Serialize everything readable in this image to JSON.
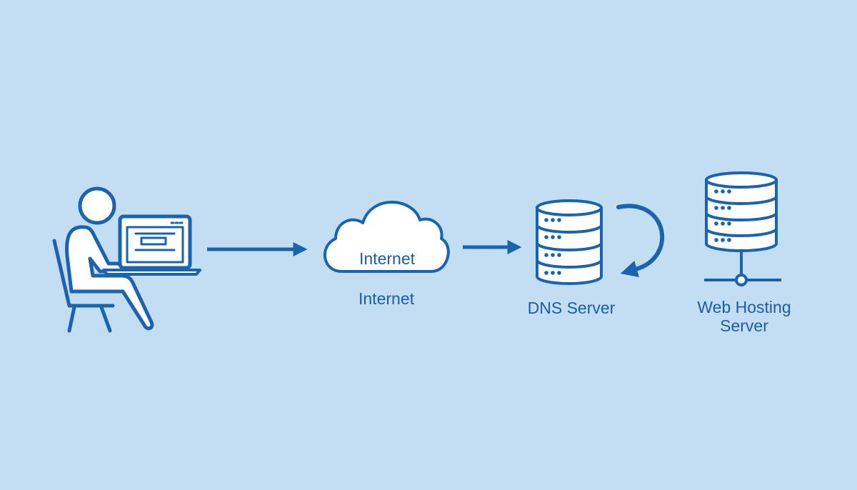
{
  "colors": {
    "background": "#c3ddf2",
    "stroke": "#1a63b0",
    "fill": "#ffffff",
    "text": "#1a5ea8"
  },
  "nodes": {
    "user": {
      "icon": "user-at-laptop-icon"
    },
    "internet": {
      "icon": "cloud-icon",
      "inner_label": "Internet",
      "label": "Internet"
    },
    "dns": {
      "icon": "database-server-icon",
      "label": "DNS Server"
    },
    "web_hosting": {
      "icon": "network-server-icon",
      "label_line1": "Web Hosting",
      "label_line2": "Server"
    }
  },
  "edges": [
    {
      "from": "user",
      "to": "internet",
      "icon": "arrow-right-icon"
    },
    {
      "from": "internet",
      "to": "dns",
      "icon": "arrow-right-icon"
    },
    {
      "from": "dns",
      "to": "dns",
      "icon": "loop-arrow-icon"
    }
  ]
}
